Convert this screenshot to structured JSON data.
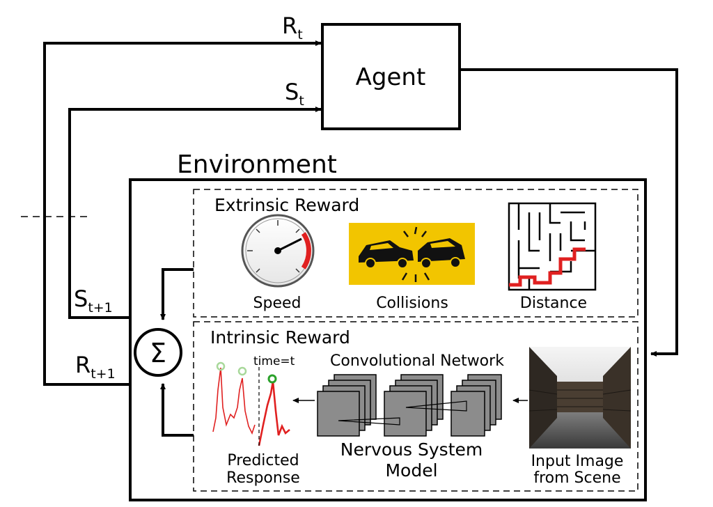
{
  "agent": {
    "label": "Agent"
  },
  "environment": {
    "label": "Environment"
  },
  "signals": {
    "reward_t": {
      "base": "R",
      "sub": "t"
    },
    "state_t": {
      "base": "S",
      "sub": "t"
    },
    "state_next": {
      "base": "S",
      "sub": "t+1"
    },
    "reward_next": {
      "base": "R",
      "sub": "t+1"
    }
  },
  "sum_symbol": "Σ",
  "extrinsic": {
    "title": "Extrinsic Reward",
    "items": [
      "Speed",
      "Collisions",
      "Distance"
    ]
  },
  "intrinsic": {
    "title": "Intrinsic Reward",
    "network_label": "Convolutional Network",
    "time_label": "time=t",
    "model_label": [
      "Nervous System",
      "Model"
    ],
    "response_label": [
      "Predicted",
      "Response"
    ],
    "input_label": [
      "Input Image",
      "from Scene"
    ]
  },
  "colors": {
    "line": "#000000",
    "accent_red": "#e02020",
    "collision_bg": "#f2c500",
    "layer_gray": "#8c8c8c",
    "marker_green": "#2aa12a",
    "marker_green_light": "#a8d89a"
  }
}
